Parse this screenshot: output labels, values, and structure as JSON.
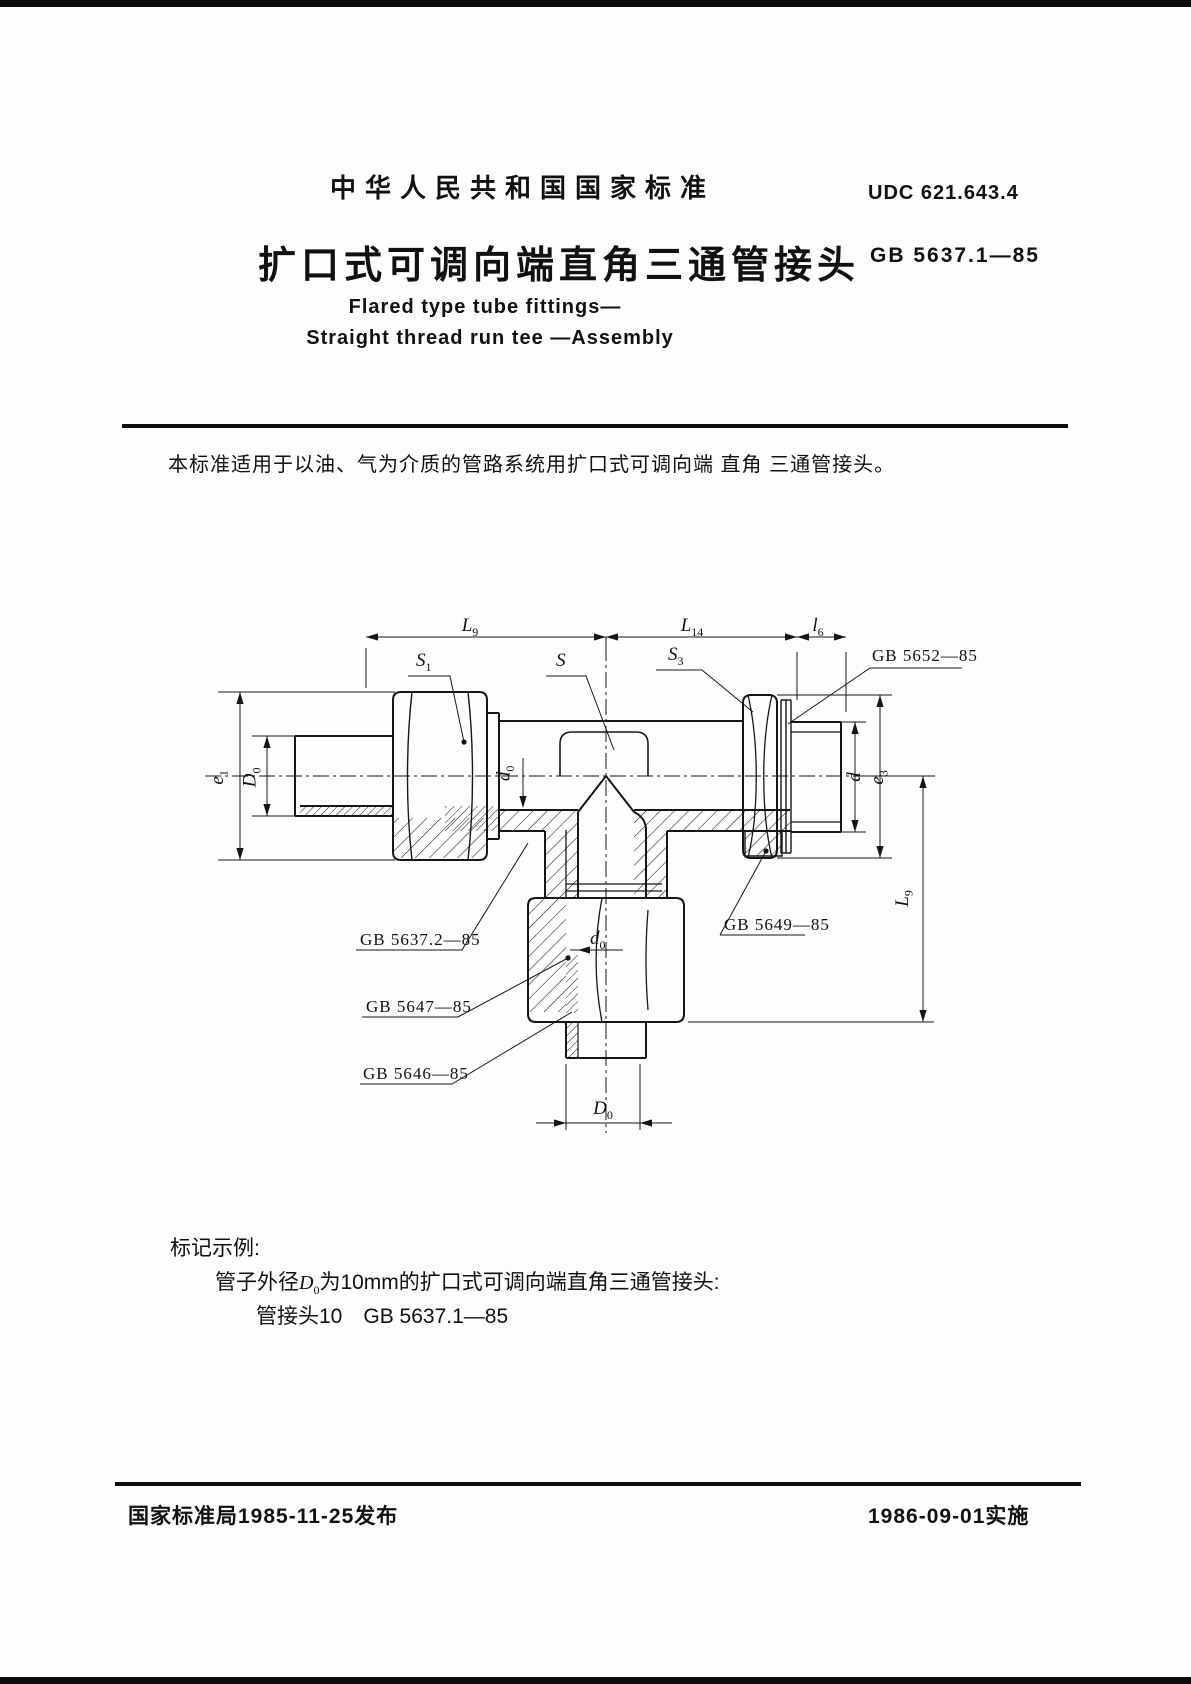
{
  "header": {
    "national_standard": "中华人民共和国国家标准",
    "udc": "UDC 621.643.4",
    "title_zh": "扩口式可调向端直角三通管接头",
    "std_code": "GB 5637.1—85",
    "title_en1": "Flared type tube fittings—",
    "title_en2": "Straight thread run tee —Assembly"
  },
  "scope": {
    "text": "本标准适用于以油、气为介质的管路系统用扩口式可调向端 直角 三通管接头。"
  },
  "drawing": {
    "dims": {
      "L9": {
        "b": "L",
        "s": "9"
      },
      "L14": {
        "b": "L",
        "s": "14"
      },
      "l6": {
        "b": "l",
        "s": "6"
      },
      "S1": {
        "b": "S",
        "s": "1"
      },
      "S": {
        "b": "S",
        "s": ""
      },
      "S3": {
        "b": "S",
        "s": "3"
      },
      "e1": {
        "b": "e",
        "s": "1"
      },
      "e3": {
        "b": "e",
        "s": "3"
      },
      "d": {
        "b": "d",
        "s": ""
      },
      "d0": {
        "b": "d",
        "s": "0"
      },
      "D0": {
        "b": "D",
        "s": "0"
      }
    },
    "part_labels": {
      "gb5652": "GB 5652—85",
      "gb5649": "GB 5649—85",
      "gb5637_2": "GB 5637.2—85",
      "gb5647": "GB 5647—85",
      "gb5646": "GB 5646—85"
    }
  },
  "example": {
    "heading": "标记示例:",
    "line1_pre": "管子外径",
    "line1_dim": {
      "b": "D",
      "s": "0"
    },
    "line1_post": "为10mm的扩口式可调向端直角三通管接头:",
    "line2": "管接头10　GB 5637.1—85"
  },
  "footer": {
    "left": "国家标准局1985-11-25发布",
    "right": "1986-09-01实施"
  }
}
